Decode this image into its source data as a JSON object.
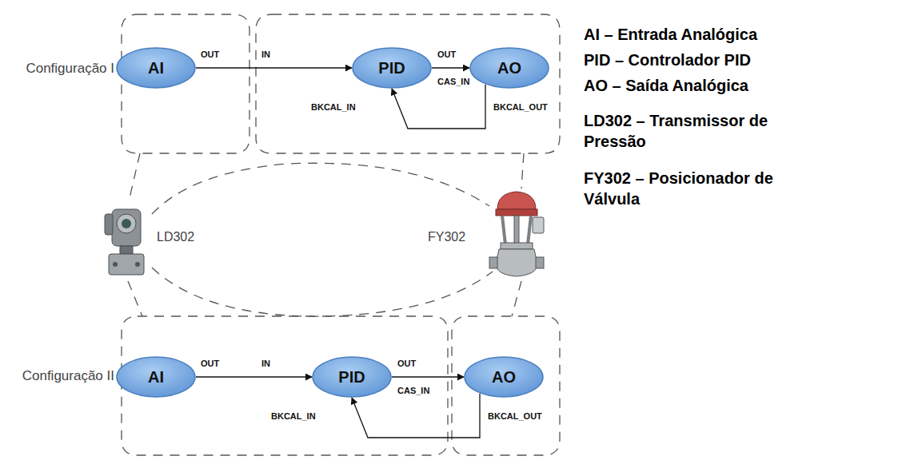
{
  "diagram": {
    "nodes": [
      {
        "text": [
          "AI"
        ]
      },
      {
        "text": [
          "PID"
        ]
      },
      {
        "text": [
          "AO"
        ]
      },
      {
        "text": [
          "AI"
        ]
      },
      {
        "text": [
          "PID"
        ]
      },
      {
        "text": [
          "AO"
        ]
      }
    ],
    "edges": [
      {
        "from": 0,
        "to": 1,
        "arrow": "to"
      },
      {
        "from": 1,
        "to": 2,
        "arrow": "to"
      },
      {
        "from": 2,
        "to": 1,
        "arrow": "to"
      },
      {
        "from": 3,
        "to": 4,
        "arrow": "to"
      },
      {
        "from": 4,
        "to": 5,
        "arrow": "to"
      },
      {
        "from": 5,
        "to": 4,
        "arrow": "to"
      }
    ],
    "labels": [
      "Configuração I",
      "LD302",
      "FY302",
      "Configuração II",
      "OUT",
      "IN",
      "OUT",
      "CAS_IN",
      "BKCAL_IN",
      "BKCAL_OUT",
      "OUT",
      "IN",
      "OUT",
      "CAS_IN",
      "BKCAL_IN",
      "BKCAL_OUT",
      "AI – Entrada Analógica",
      "PID – Controlador PID",
      "AO – Saída Analógica",
      "LD302 – Transmissor de Pressão",
      "FY302 – Posicionador de Válvula"
    ]
  }
}
